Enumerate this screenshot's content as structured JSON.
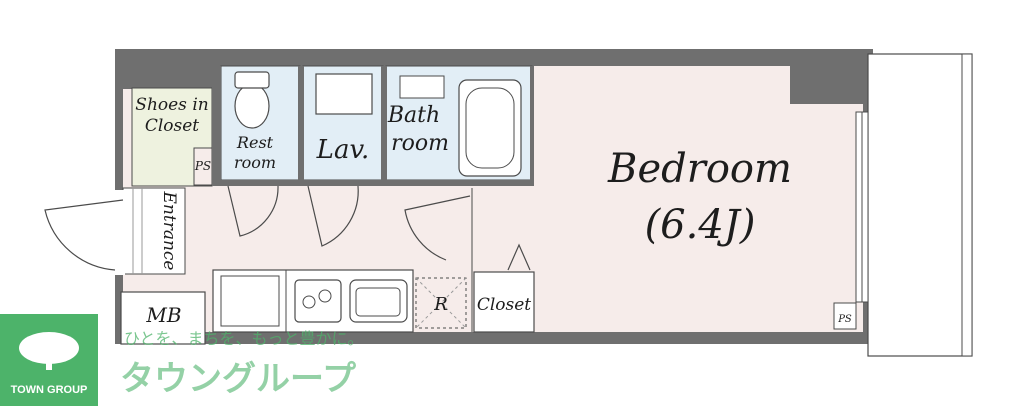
{
  "colors": {
    "wall": "#6f6f6f",
    "floor_main": "#f6ecea",
    "floor_blue": "#e2eef6",
    "floor_green": "#eef2df",
    "line": "#4b4b4b",
    "brand_green": "#4db36a"
  },
  "rooms": {
    "shoes_closet": "Shoes in\nCloset",
    "ps_top": "PS",
    "restroom": "Rest\nroom",
    "lav": "Lav.",
    "bathroom": "Bath\nroom",
    "bedroom": "Bedroom",
    "bedroom_size": "(6.4J)",
    "entrance": "Entrance",
    "mb": "MB",
    "refrigerator": "R",
    "closet": "Closet",
    "ps_bottom": "PS"
  },
  "branding": {
    "slogan": "ひとを、まちを、もっと豊かに。",
    "company_katakana": "タウングループ",
    "logo_caption": "TOWN GROUP",
    "logo_icon": "tree-icon"
  }
}
